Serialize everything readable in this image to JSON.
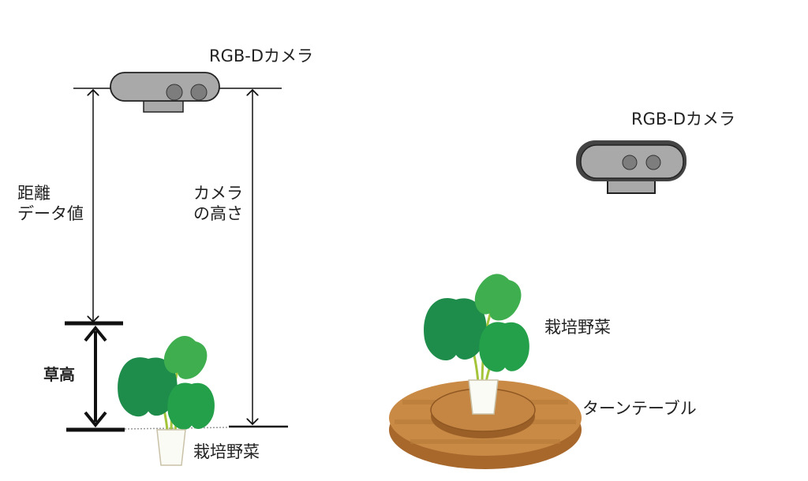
{
  "left_diagram": {
    "camera_label": "RGB-Dカメラ",
    "distance_label_line1": "距離",
    "distance_label_line2": "データ値",
    "camera_height_line1": "カメラ",
    "camera_height_line2": "の高さ",
    "plant_height_label": "草高",
    "plant_label": "栽培野菜"
  },
  "right_diagram": {
    "camera_label": "RGB-Dカメラ",
    "plant_label": "栽培野菜",
    "turntable_label": "ターンテーブル"
  },
  "colors": {
    "camera_body": "#a9a9a9",
    "lens": "#7d7d7d",
    "leaf_dark": "#1e8c4a",
    "leaf_light": "#3fae4f",
    "wood": "#c98a45"
  }
}
